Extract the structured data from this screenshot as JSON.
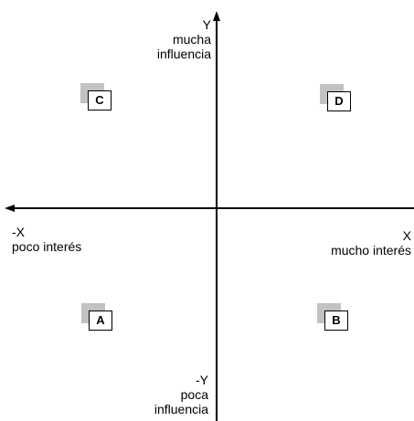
{
  "axes": {
    "y_pos_symbol": "Y",
    "y_pos_line1": "mucha",
    "y_pos_line2": "influencia",
    "y_neg_symbol": "-Y",
    "y_neg_line1": "poca",
    "y_neg_line2": "influencia",
    "x_pos_symbol": "X",
    "x_pos_text": "mucho interés",
    "x_neg_symbol": "-X",
    "x_neg_text": "poco interés"
  },
  "quadrants": {
    "top_left": "C",
    "top_right": "D",
    "bottom_left": "A",
    "bottom_right": "B"
  },
  "colors": {
    "axis": "#000000",
    "box_shadow": "#c2c2c2",
    "box_fill": "#ffffff"
  }
}
